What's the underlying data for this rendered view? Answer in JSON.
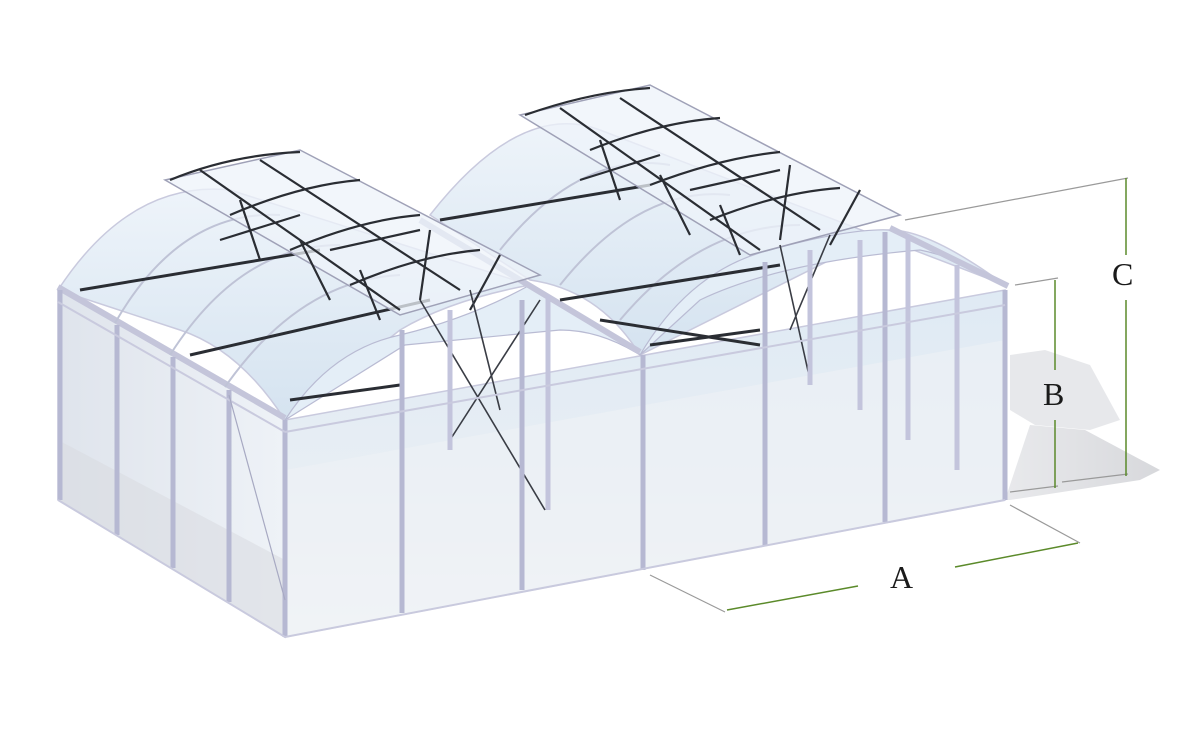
{
  "labels": {
    "length": "A",
    "wall_height": "B",
    "total_height": "C"
  },
  "colors": {
    "background": "#ffffff",
    "frame": "#c9cade",
    "frame_dark": "#9a9bb8",
    "truss": "#2a2d33",
    "glass": "#d9e7f2",
    "glass_light": "#eef4fa",
    "shadow": "#d6d7dc",
    "dimension_line": "#5b8a2a",
    "leader_line": "#9a9a9a",
    "label_text": "#1a1a1a"
  },
  "icons": {
    "structure": "greenhouse-icon"
  }
}
